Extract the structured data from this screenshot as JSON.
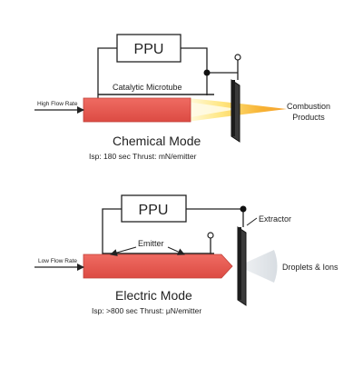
{
  "chemical": {
    "ppu": "PPU",
    "inlet": "High Flow Rate",
    "microtube": "Catalytic Microtube",
    "output_line1": "Combustion",
    "output_line2": "Products",
    "mode_title": "Chemical Mode",
    "specs": "Isp: 180 sec Thrust: mN/emitter"
  },
  "electric": {
    "ppu": "PPU",
    "inlet": "Low Flow Rate",
    "emitter": "Emitter",
    "extractor": "Extractor",
    "output": "Droplets & Ions",
    "mode_title": "Electric Mode",
    "specs": "Isp: >800 sec Thrust: μN/emitter"
  },
  "colors": {
    "tube": "#e85a52",
    "tube_edge": "#b33a34",
    "flame_core": "#fff6a8",
    "flame_outer": "#f5a623",
    "plume": "#dfe4e8"
  }
}
